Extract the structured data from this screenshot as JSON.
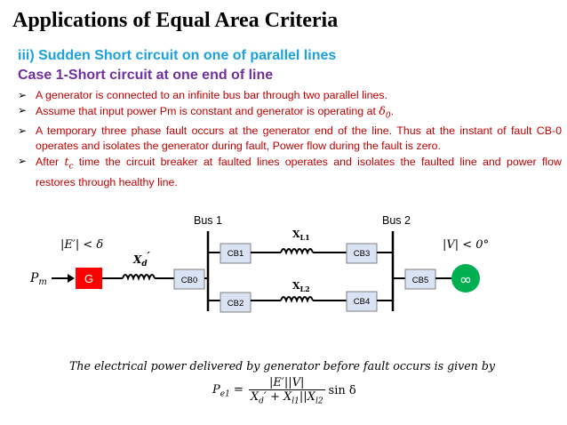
{
  "title": "Applications of Equal Area Criteria",
  "heading1": "iii) Sudden Short circuit on one of parallel lines",
  "heading2": "Case 1-Short circuit at one end of line",
  "bullets": [
    {
      "text": "A generator is connected to an infinite bus bar through two parallel lines."
    },
    {
      "text_before": "Assume that input power Pm is constant and generator is operating at ",
      "math": "δ",
      "math_sub": "0",
      "text_after": "."
    },
    {
      "text": "A temporary three phase fault occurs at the generator end of the line. Thus at the instant of fault CB-0 operates and isolates the generator during fault, Power flow during the fault is zero."
    },
    {
      "text_before": "After ",
      "math": "t",
      "math_sub": "c",
      "text_after": " time the circuit breaker at faulted lines operates and isolates the faulted line and power flow restores through healthy line."
    }
  ],
  "diagram": {
    "bus1": "Bus 1",
    "bus2": "Bus 2",
    "e_label": "|E′| < δ",
    "v_label": "|V| < 0°",
    "pm_label": "P",
    "pm_sub": "m",
    "xd_label": "X",
    "xd_sub": "d",
    "xd_prime": "′",
    "xl1_label": "X",
    "xl1_sub": "L1",
    "xl2_label": "X",
    "xl2_sub": "L2",
    "generator": "G",
    "infinite_bus": "∞",
    "breakers": [
      "CB0",
      "CB1",
      "CB2",
      "CB3",
      "CB4",
      "CB5"
    ],
    "colors": {
      "generator": "#ff0000",
      "infinite_bus": "#00b050",
      "breaker_fill": "#dae3f3",
      "breaker_border": "#7f7f7f"
    }
  },
  "bottom_text": "The electrical power delivered by generator before fault occurs is given by",
  "formula": {
    "lhs": "P",
    "lhs_sub": "e1",
    "eq": "=",
    "numerator": "|E′||V|",
    "den_x": "X",
    "den_xd_sub": "d",
    "den_prime": "′",
    "den_plus": "+",
    "den_xl1": "X",
    "den_xl1_sub": "l1",
    "den_par": "||",
    "den_xl2": "X",
    "den_xl2_sub": "l2",
    "rhs": "sin δ"
  }
}
